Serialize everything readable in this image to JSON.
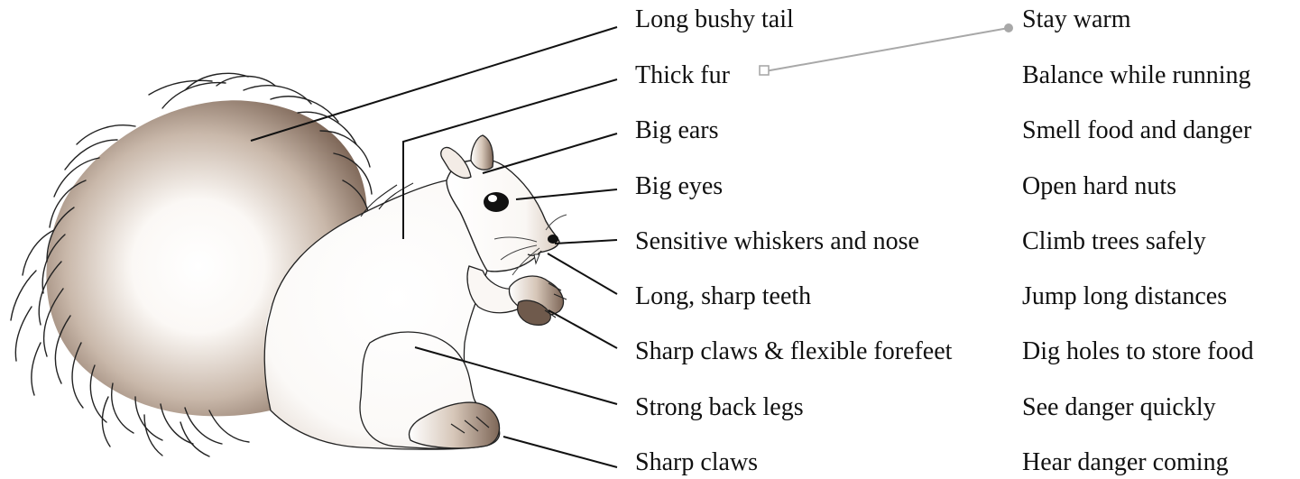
{
  "features": [
    "Long bushy tail",
    "Thick fur",
    "Big ears",
    "Big eyes",
    "Sensitive whiskers and nose",
    "Long, sharp teeth",
    "Sharp claws & flexible forefeet",
    "Strong back legs",
    "Sharp claws"
  ],
  "functions": [
    "Stay warm",
    "Balance while running",
    "Smell food and danger",
    "Open hard nuts",
    "Climb trees safely",
    "Jump long distances",
    "Dig holes to store food",
    "See danger quickly",
    "Hear danger coming"
  ],
  "matched": [
    {
      "feature_index": 1,
      "function_index": 0
    }
  ],
  "colors": {
    "text": "#111111",
    "leader_line": "#111111",
    "match_line": "#a8a8a8",
    "fur_dark": "#8a7262",
    "fur_mid": "#c9b8aa",
    "fur_light": "#ffffff"
  }
}
